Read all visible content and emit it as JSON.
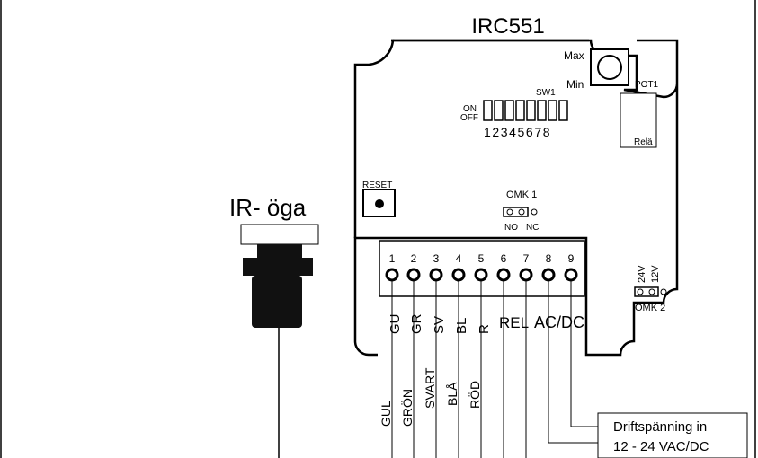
{
  "device": {
    "model": "IRC551",
    "pot_max": "Max",
    "pot_min": "Min",
    "pot_name": "POT1",
    "switch_name": "SW1",
    "switch_on": "ON",
    "switch_off": "OFF",
    "switch_numbers": "12345678",
    "relay": "Relä",
    "reset": "RESET",
    "omk1": "OMK 1",
    "omk1_no": "NO",
    "omk1_nc": "NC",
    "omk2": "OMK 2",
    "v24": "24V",
    "v12": "12V"
  },
  "sensor": {
    "label": "IR- öga"
  },
  "terminals": {
    "numbers": [
      "1",
      "2",
      "3",
      "4",
      "5",
      "6",
      "7",
      "8",
      "9"
    ],
    "abbr": [
      "GU",
      "GR",
      "SV",
      "BL",
      "R"
    ],
    "rel": "REL",
    "acdc": "AC/DC"
  },
  "wires": [
    "GUL",
    "GRÖN",
    "SVART",
    "BLÅ",
    "RÖD"
  ],
  "power_box": {
    "line1": "Driftspänning in",
    "line2": "12 - 24 VAC/DC"
  }
}
